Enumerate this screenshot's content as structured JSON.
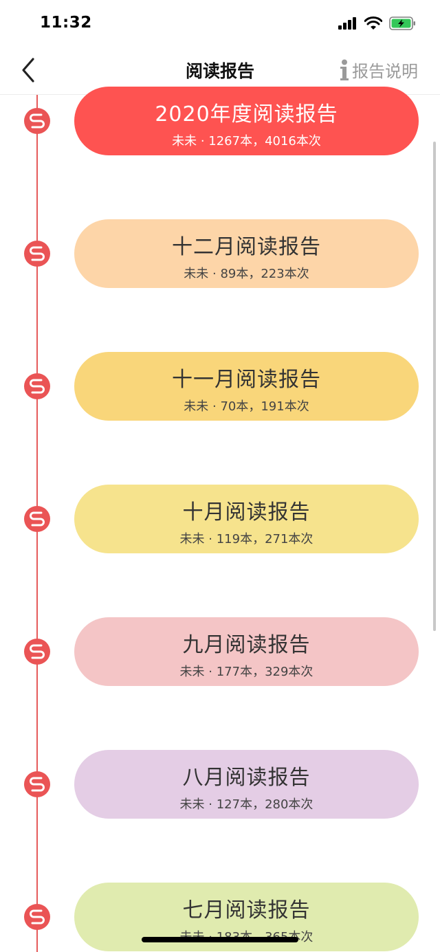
{
  "status": {
    "time": "11:32"
  },
  "nav": {
    "title": "阅读报告",
    "help_label": "报告说明"
  },
  "reports": [
    {
      "title": "2020年度阅读报告",
      "subtitle": "未未 · 1267本，4016本次",
      "color": "#fe5351"
    },
    {
      "title": "十二月阅读报告",
      "subtitle": "未未 · 89本，223本次",
      "color": "#fdd5a8"
    },
    {
      "title": "十一月阅读报告",
      "subtitle": "未未 · 70本，191本次",
      "color": "#f9d67a"
    },
    {
      "title": "十月阅读报告",
      "subtitle": "未未 · 119本，271本次",
      "color": "#f6e38d"
    },
    {
      "title": "九月阅读报告",
      "subtitle": "未未 · 177本，329本次",
      "color": "#f4c5c6"
    },
    {
      "title": "八月阅读报告",
      "subtitle": "未未 · 127本，280本次",
      "color": "#e4cde5"
    },
    {
      "title": "七月阅读报告",
      "subtitle": "未未 · 183本，365本次",
      "color": "#e0ebaf"
    }
  ],
  "icons": {
    "back": "chevron-left-icon",
    "help": "info-icon",
    "node": "snake-badge-icon",
    "signal": "signal-icon",
    "wifi": "wifi-icon",
    "battery": "battery-charging-icon"
  },
  "colors": {
    "timeline": "#e65a5a",
    "node": "#ea5455",
    "help_text": "#9a9a9a"
  }
}
